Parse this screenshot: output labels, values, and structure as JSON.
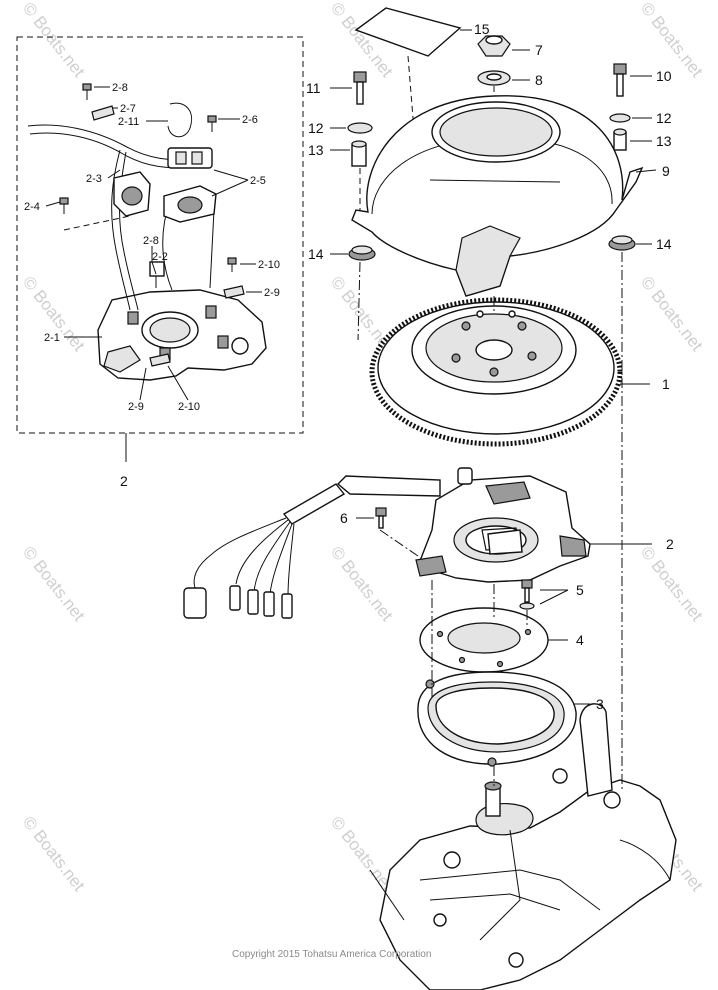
{
  "diagram": {
    "callouts": [
      {
        "id": "c15",
        "text": "15"
      },
      {
        "id": "c7",
        "text": "7"
      },
      {
        "id": "c8",
        "text": "8"
      },
      {
        "id": "c10",
        "text": "10"
      },
      {
        "id": "c11",
        "text": "11"
      },
      {
        "id": "c12a",
        "text": "12"
      },
      {
        "id": "c12b",
        "text": "12"
      },
      {
        "id": "c13a",
        "text": "13"
      },
      {
        "id": "c13b",
        "text": "13"
      },
      {
        "id": "c9",
        "text": "9"
      },
      {
        "id": "c14a",
        "text": "14"
      },
      {
        "id": "c14b",
        "text": "14"
      },
      {
        "id": "c1",
        "text": "1"
      },
      {
        "id": "c2",
        "text": "2"
      },
      {
        "id": "c6",
        "text": "6"
      },
      {
        "id": "c5",
        "text": "5"
      },
      {
        "id": "c4",
        "text": "4"
      },
      {
        "id": "c3",
        "text": "3"
      },
      {
        "id": "c2box",
        "text": "2"
      }
    ],
    "inset_callouts": [
      {
        "id": "i28a",
        "text": "2-8"
      },
      {
        "id": "i27",
        "text": "2-7"
      },
      {
        "id": "i211",
        "text": "2-11"
      },
      {
        "id": "i26",
        "text": "2-6"
      },
      {
        "id": "i23",
        "text": "2-3"
      },
      {
        "id": "i25",
        "text": "2-5"
      },
      {
        "id": "i24",
        "text": "2-4"
      },
      {
        "id": "i28b",
        "text": "2-8"
      },
      {
        "id": "i22",
        "text": "2-2"
      },
      {
        "id": "i210a",
        "text": "2-10"
      },
      {
        "id": "i29a",
        "text": "2-9"
      },
      {
        "id": "i21",
        "text": "2-1"
      },
      {
        "id": "i29b",
        "text": "2-9"
      },
      {
        "id": "i210b",
        "text": "2-10"
      }
    ],
    "watermark": "© Boats.net",
    "copyright": "Copyright 2015 Tohatsu America Corporation"
  }
}
